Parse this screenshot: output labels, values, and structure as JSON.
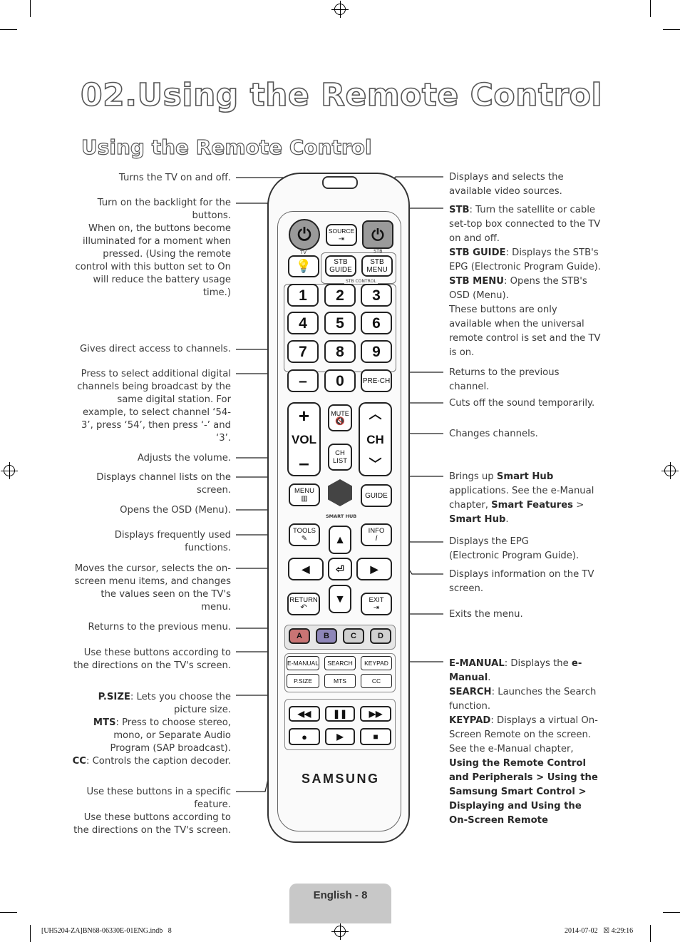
{
  "page": {
    "chapter_title": "02.Using the Remote Control",
    "section_title": "Using the Remote Control",
    "footer_label": "English - 8",
    "slug_left": "[UH5204-ZA]BN68-06330E-01ENG.indb   8",
    "slug_right": "2014-07-02   ☒ 4:29:16"
  },
  "left_callouts": [
    {
      "text": "Turns the TV on and off."
    },
    {
      "text": "Turn on the backlight for the buttons.\nWhen on, the buttons become illuminated for a moment when pressed. (Using the remote control with this button set to On will reduce the battery usage time.)"
    },
    {
      "text": "Gives direct access to channels."
    },
    {
      "text": "Press to select additional digital channels being broadcast by the same digital station. For example, to select channel ‘54-3’, press ‘54’, then press ‘-’ and ‘3’."
    },
    {
      "text": "Adjusts the volume."
    },
    {
      "text": "Displays channel lists on the screen."
    },
    {
      "text": "Opens the OSD (Menu)."
    },
    {
      "text": "Displays frequently used functions."
    },
    {
      "text": "Moves the cursor, selects the on-screen menu items, and changes the values seen on the TV's menu."
    },
    {
      "text": "Returns to the previous menu."
    },
    {
      "text": "Use these buttons according to the directions on the TV's screen."
    },
    {
      "psize_label": "P.SIZE",
      "psize_text": ": Lets you choose the picture size.",
      "mts_label": "MTS",
      "mts_text": ": Press to choose stereo, mono, or Separate Audio Program (SAP broadcast).",
      "cc_label": "CC",
      "cc_text": ": Controls the caption decoder."
    },
    {
      "text": "Use these buttons in a specific feature.\nUse these buttons according to the directions on the TV's screen."
    }
  ],
  "right_callouts": {
    "source": "Displays and selects the available video sources.",
    "stb_label": "STB",
    "stb_text": ": Turn the satellite or cable set-top box connected to the TV on and off.",
    "stb_guide_label": "STB GUIDE",
    "stb_guide_text": ": Displays the STB's EPG (Electronic Program Guide).",
    "stb_menu_label": "STB MENU",
    "stb_menu_text": ": Opens the STB's OSD (Menu).",
    "stb_note": "These buttons are only available when the universal remote control is set and the TV is on.",
    "prech": "Returns to the previous channel.",
    "mute": "Cuts off the sound temporarily.",
    "ch": "Changes channels.",
    "smarthub_a": "Brings up ",
    "smarthub_b": "Smart Hub",
    "smarthub_c": " applications. See the e-Manual chapter, ",
    "smarthub_d": "Smart Features",
    "smarthub_e": " > ",
    "smarthub_f": "Smart Hub",
    "smarthub_g": ".",
    "guide": "Displays the EPG\n(Electronic Program Guide).",
    "info": "Displays information on the TV screen.",
    "exit": "Exits the menu.",
    "emanual_label": "E-MANUAL",
    "emanual_text": ": Displays the ",
    "emanual_link": "e-Manual",
    "emanual_end": ".",
    "search_label": "SEARCH",
    "search_text": ": Launches the Search function.",
    "keypad_label": "KEYPAD",
    "keypad_text": ": Displays a virtual On-Screen Remote on the screen. See the e-Manual chapter, ",
    "keypad_path": "Using the Remote Control and Peripherals > Using the Samsung Smart Control > Displaying and Using the On-Screen Remote"
  },
  "remote": {
    "tv_label": "TV",
    "source_label": "SOURCE",
    "stb_small": "STB",
    "stb_guide": "STB\nGUIDE",
    "stb_menu": "STB\nMENU",
    "stb_control": "STB CONTROL",
    "digits": [
      "1",
      "2",
      "3",
      "4",
      "5",
      "6",
      "7",
      "8",
      "9"
    ],
    "dash": "–",
    "zero": "0",
    "prech": "PRE-CH",
    "vol": "VOL",
    "mute": "MUTE",
    "ch": "CH",
    "chlist": "CH\nLIST",
    "menu": "MENU",
    "guide": "GUIDE",
    "smart_hub": "SMART HUB",
    "tools": "TOOLS",
    "info": "INFO",
    "return": "RETURN",
    "exit": "EXIT",
    "color_keys": [
      "A",
      "B",
      "C",
      "D"
    ],
    "color_hex": [
      "#c97474",
      "#8e86b8",
      "#cfcfcf",
      "#d0d0d0"
    ],
    "emanual": "E-MANUAL",
    "search": "SEARCH",
    "keypad": "KEYPAD",
    "psize": "P.SIZE",
    "mts": "MTS",
    "cc": "CC",
    "brand": "SAMSUNG"
  }
}
